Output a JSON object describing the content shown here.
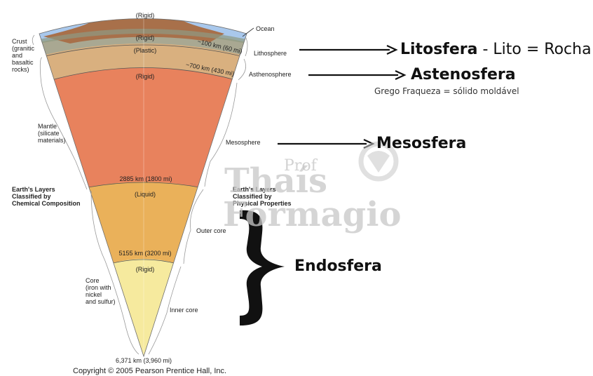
{
  "diagram": {
    "layer_states": {
      "crust_rigid": "(Rigid)",
      "lithosphere_rigid": "(Rigid)",
      "asthenosphere_plastic": "(Plastic)",
      "mesosphere_rigid": "(Rigid)",
      "outer_core_liquid": "(Liquid)",
      "inner_core_rigid": "(Rigid)"
    },
    "depths": {
      "lithosphere": "~100 km (60 mi)",
      "asthenosphere": "~700 km (430 mi)",
      "mantle_core": "2885 km (1800 mi)",
      "outer_inner_core": "5155 km (3200 mi)",
      "center": "6,371 km (3,960 mi)"
    },
    "left_labels": {
      "crust": "Crust\n(granitic\nand\nbasaltic\nrocks)",
      "mantle": "Mantle\n(silicate\nmaterials)",
      "chemical_heading": "Earth's Layers\nClassified by\nChemical Composition",
      "core": "Core\n(iron with\nnickel\nand sulfur)"
    },
    "right_labels": {
      "ocean": "Ocean",
      "lithosphere": "Lithosphere",
      "asthenosphere": "Asthenosphere",
      "mesosphere": "Mesosphere",
      "physical_heading": "Earth's Layers\nClassified by\nPhysical Properties",
      "outer_core": "Outer core",
      "inner_core": "Inner core"
    },
    "copyright": "Copyright © 2005 Pearson Prentice Hall, Inc."
  },
  "annotations": {
    "litosfera_bold": "Litosfera",
    "litosfera_rest": " - Lito = Rocha",
    "astenosfera": "Astenosfera",
    "astenosfera_note": "Grego Fraqueza = sólido moldável",
    "mesosfera": "Mesosfera",
    "endosfera": "Endosfera"
  },
  "watermark": {
    "prof": "Prof",
    "line1": "Thaís",
    "line2": "Formagio"
  },
  "colors": {
    "ocean": "#a9c8ec",
    "continent": "#a8704a",
    "lithosphere": "#a9a892",
    "asthenosphere": "#d9b07f",
    "mantle": "#e8825d",
    "outer_core": "#eab15a",
    "inner_core": "#f6ea9e",
    "watermark": "#c8c8c8"
  }
}
